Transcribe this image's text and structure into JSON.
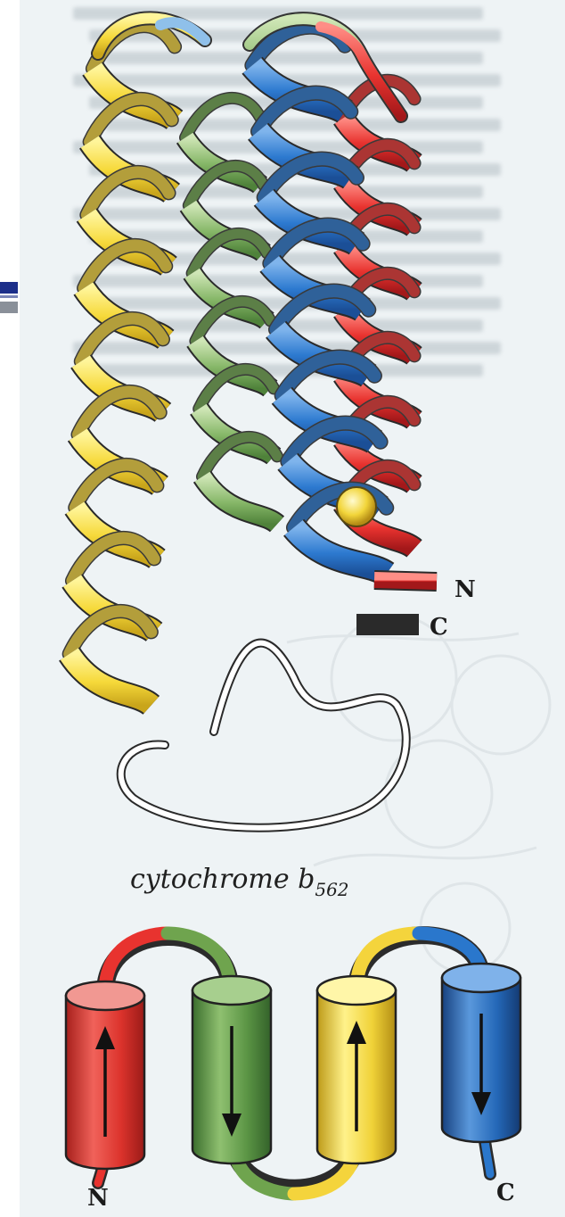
{
  "figure": {
    "caption_main": "cytochrome b",
    "caption_subscript": "562"
  },
  "ribbon_diagram": {
    "terminus_n_label": "N",
    "terminus_c_label": "C",
    "helices": [
      {
        "name": "helix-1",
        "color": "#e8332f"
      },
      {
        "name": "helix-2",
        "color": "#6fa44e"
      },
      {
        "name": "helix-3",
        "color": "#f4d43c"
      },
      {
        "name": "helix-4",
        "color": "#2a77cc"
      }
    ],
    "heme_color": "#f2d53a"
  },
  "topology_diagram": {
    "terminus_n_label": "N",
    "terminus_c_label": "C",
    "cylinders": [
      {
        "name": "cylinder-1",
        "color": "#d9302a",
        "direction": "up"
      },
      {
        "name": "cylinder-2",
        "color": "#4f8a3e",
        "direction": "down"
      },
      {
        "name": "cylinder-3",
        "color": "#f0d238",
        "direction": "up"
      },
      {
        "name": "cylinder-4",
        "color": "#1f63b4",
        "direction": "down"
      }
    ],
    "loop_colors": [
      "#e8332f",
      "#6fa44e",
      "#f4d43c",
      "#2a77cc"
    ]
  },
  "slide_chrome": {
    "accent_color": "#1d2f8a"
  }
}
